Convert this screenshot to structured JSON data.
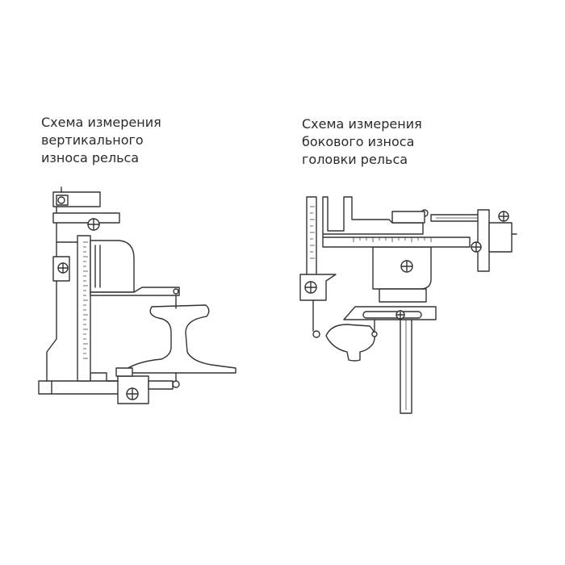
{
  "captions": {
    "left": {
      "line1": "Схема измерения",
      "line2": "вертикального",
      "line3": "износа рельса"
    },
    "right": {
      "line1": "Схема измерения",
      "line2": "бокового износа",
      "line3": "головки рельса"
    }
  },
  "colors": {
    "background": "#ffffff",
    "line": "#333333",
    "text": "#2b2b2b"
  }
}
